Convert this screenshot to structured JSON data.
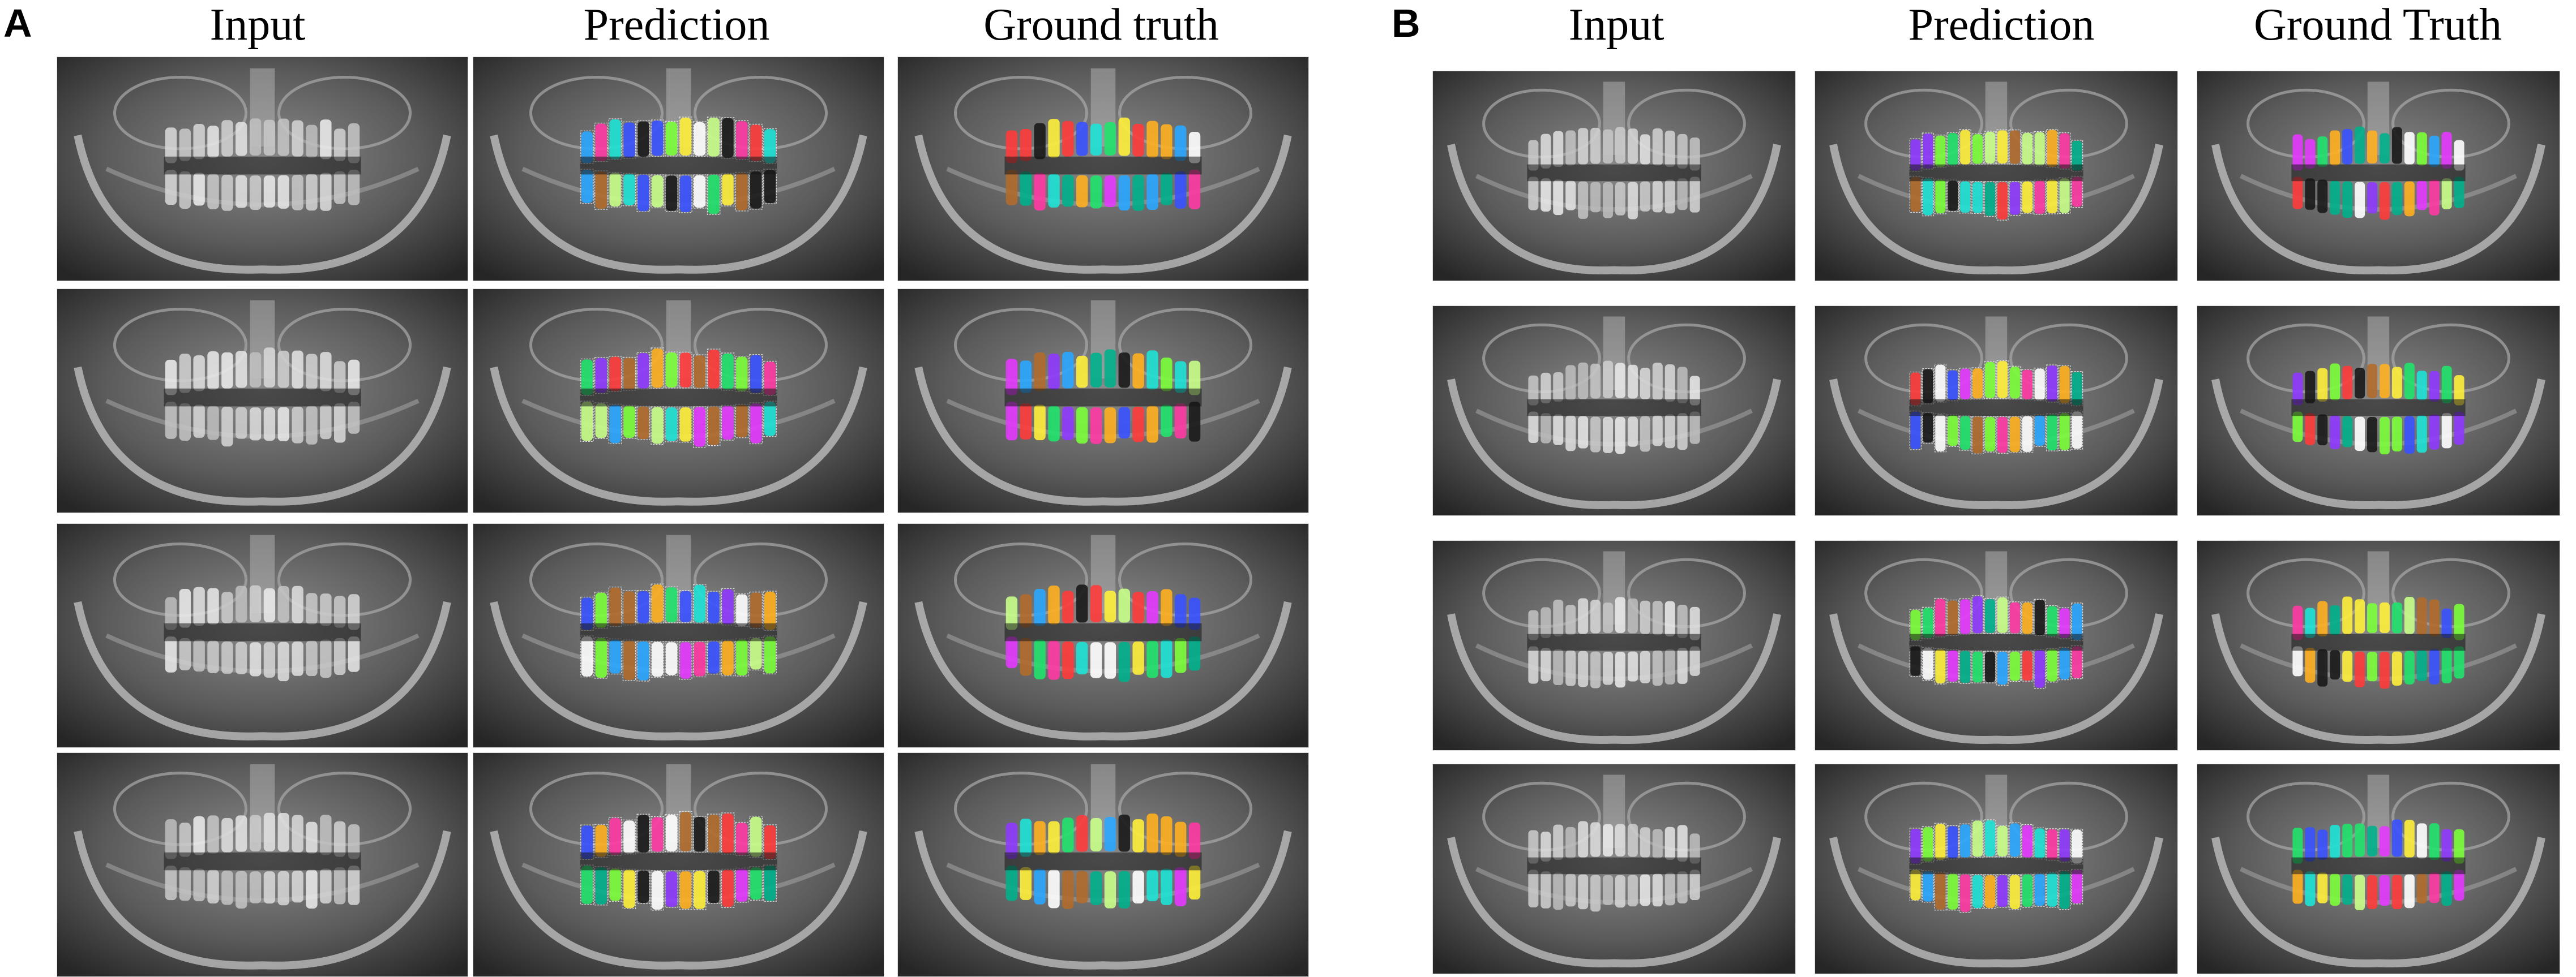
{
  "panels": [
    {
      "letter": "A",
      "headers": [
        "Input",
        "Prediction",
        "Ground truth"
      ]
    },
    {
      "letter": "B",
      "headers": [
        "Input",
        "Prediction",
        "Ground Truth"
      ]
    }
  ],
  "rows_per_panel": 4,
  "image_kinds": [
    "radiograph",
    "predicted-segmentation",
    "ground-truth-segmentation"
  ],
  "colors": {
    "background": "#ffffff",
    "text": "#000000",
    "tooth_palette": [
      "#ff3b3b",
      "#ffb01f",
      "#fff03a",
      "#7cff3a",
      "#20e36b",
      "#1ee3d6",
      "#2aa6ff",
      "#3a52ff",
      "#8f3aff",
      "#e43aff",
      "#ff3aa4",
      "#b06b2c",
      "#ffffff",
      "#1a1a1a",
      "#00b08b",
      "#c8ff8a"
    ]
  }
}
